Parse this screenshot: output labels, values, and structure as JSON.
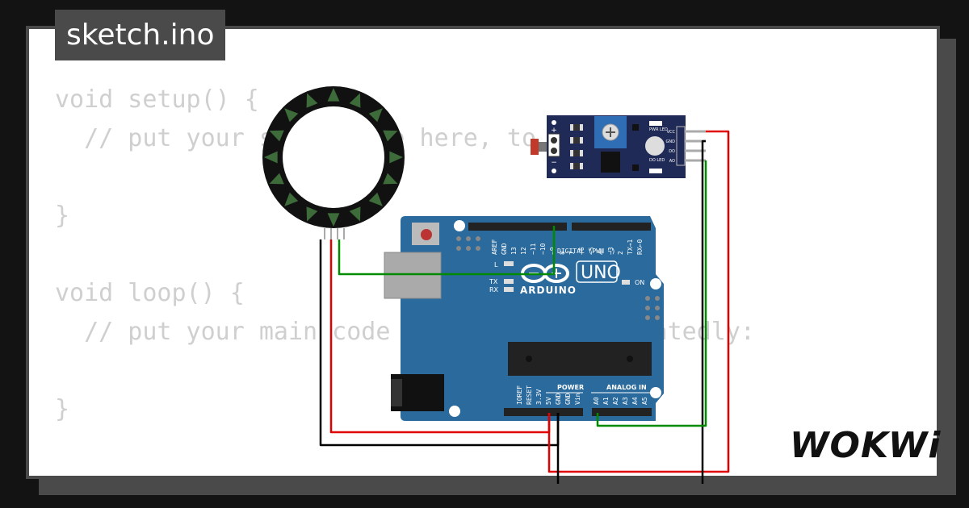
{
  "title": "sketch.ino",
  "code_lines": [
    "void setup() {",
    "  // put your setup code here, to run once:",
    "",
    "}",
    "",
    "void loop() {",
    "  // put your main code here, to run repeatedly:",
    "",
    "}"
  ],
  "logo": "WOKWi",
  "board": {
    "brand": "ARDUINO",
    "model": "UNO",
    "on_label": "ON",
    "l_label": "L",
    "tx_label": "TX",
    "rx_label": "RX",
    "digital_label": "DIGITAL (PWM ~)",
    "power_label": "POWER",
    "analog_label": "ANALOG IN",
    "digital_pins": [
      "AREF",
      "GND",
      "13",
      "12",
      "~11",
      "~10",
      "~9",
      "8",
      "7",
      "~6",
      "~5",
      "4",
      "~3",
      "2",
      "TX→1",
      "RX←0"
    ],
    "power_pins": [
      "IOREF",
      "RESET",
      "3.3V",
      "5V",
      "GND",
      "GND",
      "Vin"
    ],
    "analog_pins": [
      "A0",
      "A1",
      "A2",
      "A3",
      "A4",
      "A5"
    ]
  },
  "sensor": {
    "pins": [
      "VCC",
      "GND",
      "DO",
      "AO"
    ],
    "pwr_led": "PWR LED",
    "do_led": "DO LED",
    "plus": "+",
    "minus": "−"
  },
  "colors": {
    "board": "#2b6a9c",
    "sensor_pcb": "#1f2a56",
    "wire_red": "#e00000",
    "wire_black": "#000000",
    "wire_green": "#008a00",
    "ring_led": "#3d6b3a"
  }
}
